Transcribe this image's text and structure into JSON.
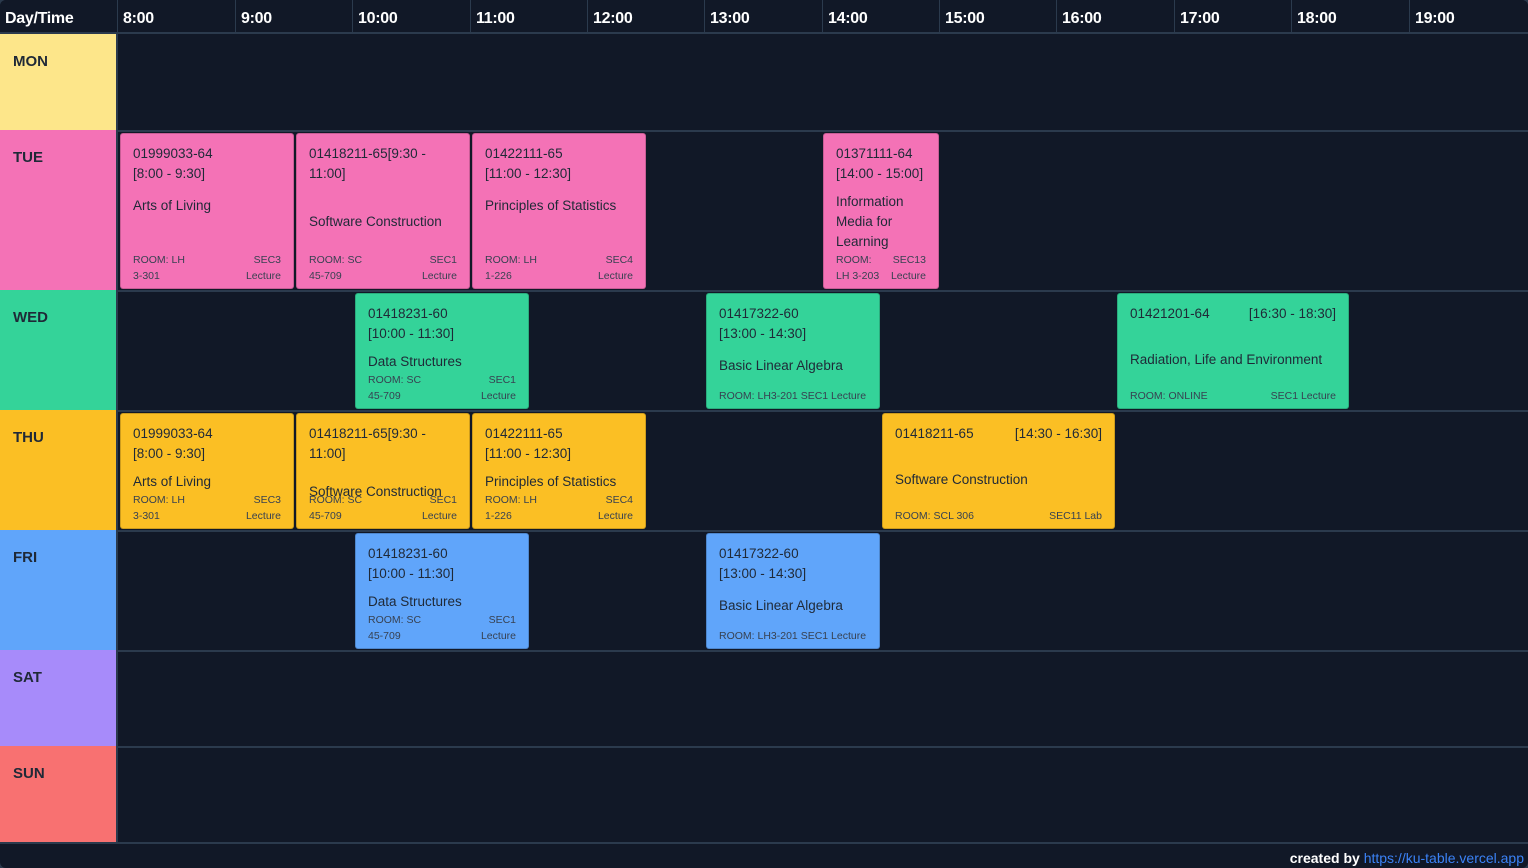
{
  "header": {
    "corner": "Day/Time",
    "times": [
      "8:00",
      "9:00",
      "10:00",
      "11:00",
      "12:00",
      "13:00",
      "14:00",
      "15:00",
      "16:00",
      "17:00",
      "18:00",
      "19:00"
    ]
  },
  "days": [
    {
      "label": "MON",
      "color": "#fde68a"
    },
    {
      "label": "TUE",
      "color": "#f472b6"
    },
    {
      "label": "WED",
      "color": "#34d399"
    },
    {
      "label": "THU",
      "color": "#fbbf24"
    },
    {
      "label": "FRI",
      "color": "#60a5fa"
    },
    {
      "label": "SAT",
      "color": "#a78bfa"
    },
    {
      "label": "SUN",
      "color": "#f87171"
    }
  ],
  "courses": {
    "tue_1": {
      "code": "01999033-64",
      "time": "[8:00 - 9:30]",
      "name": "Arts of Living",
      "room": "ROOM: LH",
      "room2": "3-301",
      "sec": "SEC3",
      "type": "Lecture"
    },
    "tue_2": {
      "code": "01418211-65[9:30 - 11:00]",
      "name": "Software Construction",
      "room": "ROOM: SC",
      "room2": "45-709",
      "sec": "SEC1",
      "type": "Lecture"
    },
    "tue_3": {
      "code": "01422111-65",
      "time": "[11:00 - 12:30]",
      "name": "Principles of Statistics",
      "room": "ROOM: LH",
      "room2": "1-226",
      "sec": "SEC4",
      "type": "Lecture"
    },
    "tue_4": {
      "code": "01371111-64",
      "time": "[14:00 - 15:00]",
      "name1": "Information",
      "name2": "Media for",
      "name3": "Learning",
      "room": "ROOM:",
      "room2": "LH 3-203",
      "sec": "SEC13",
      "type": "Lecture"
    },
    "wed_1": {
      "code": "01418231-60",
      "time": "[10:00 - 11:30]",
      "name": "Data Structures",
      "room": "ROOM: SC",
      "room2": "45-709",
      "sec": "SEC1",
      "type": "Lecture"
    },
    "wed_2": {
      "code": "01417322-60",
      "time": "[13:00 - 14:30]",
      "name": "Basic Linear Algebra",
      "footer": "ROOM: LH3-201 SEC1 Lecture"
    },
    "wed_3": {
      "code": "01421201-64",
      "time": "[16:30 - 18:30]",
      "name": "Radiation, Life and Environment",
      "room": "ROOM: ONLINE",
      "sec": "SEC1 Lecture"
    },
    "thu_1": {
      "code": "01999033-64",
      "time": "[8:00 - 9:30]",
      "name": "Arts of Living",
      "room": "ROOM: LH",
      "room2": "3-301",
      "sec": "SEC3",
      "type": "Lecture"
    },
    "thu_2": {
      "code": "01418211-65[9:30 - 11:00]",
      "name": "Software Construction",
      "room": "ROOM: SC",
      "room2": "45-709",
      "sec": "SEC1",
      "type": "Lecture"
    },
    "thu_3": {
      "code": "01422111-65",
      "time": "[11:00 - 12:30]",
      "name": "Principles of Statistics",
      "room": "ROOM: LH",
      "room2": "1-226",
      "sec": "SEC4",
      "type": "Lecture"
    },
    "thu_4": {
      "code": "01418211-65",
      "time": "[14:30 - 16:30]",
      "name": "Software Construction",
      "room": "ROOM: SCL 306",
      "sec": "SEC11 Lab"
    },
    "fri_1": {
      "code": "01418231-60",
      "time": "[10:00 - 11:30]",
      "name": "Data Structures",
      "room": "ROOM: SC",
      "room2": "45-709",
      "sec": "SEC1",
      "type": "Lecture"
    },
    "fri_2": {
      "code": "01417322-60",
      "time": "[13:00 - 14:30]",
      "name": "Basic Linear Algebra",
      "footer": "ROOM: LH3-201 SEC1 Lecture"
    }
  },
  "credit": {
    "prefix": "created by",
    "link": "https://ku-table.vercel.app"
  }
}
